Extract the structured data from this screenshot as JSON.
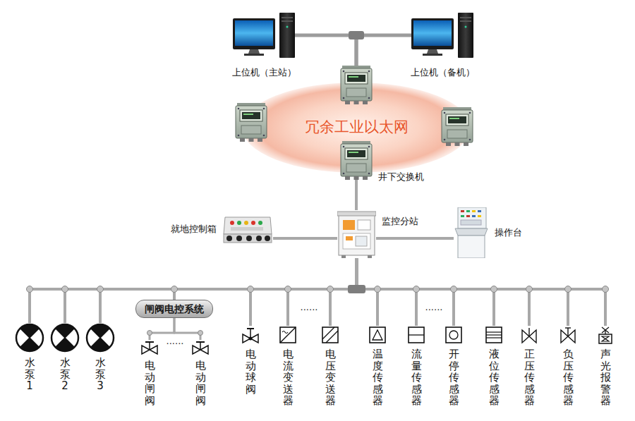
{
  "diagram": {
    "nodes": [
      {
        "text": [
          "上位机（主站）"
        ]
      },
      {
        "text": [
          "上位机（备机）"
        ]
      },
      {
        "text": [
          "冗余工业以太网"
        ]
      },
      {
        "text": [
          "井下交换机"
        ],
        "in": 2
      },
      {
        "text": [
          "就地控制箱"
        ]
      },
      {
        "text": [
          "监控分站"
        ]
      },
      {
        "text": [
          "操作台"
        ]
      },
      {
        "text": [
          "水泵1"
        ]
      },
      {
        "text": [
          "水泵2"
        ]
      },
      {
        "text": [
          "水泵3"
        ]
      },
      {
        "text": [
          "闸阀电控系统"
        ]
      },
      {
        "text": [
          "电动闸阀"
        ]
      },
      {
        "text": [
          "电动闸阀"
        ]
      },
      {
        "text": [
          "电动球阀"
        ]
      },
      {
        "text": [
          "电流变送器"
        ]
      },
      {
        "text": [
          "电压变送器"
        ]
      },
      {
        "text": [
          "温度传感器"
        ]
      },
      {
        "text": [
          "流量传感器"
        ]
      },
      {
        "text": [
          "开停传感器"
        ]
      },
      {
        "text": [
          "液位传感器"
        ]
      },
      {
        "text": [
          "正压传感器"
        ]
      },
      {
        "text": [
          "负压传感器"
        ]
      },
      {
        "text": [
          "声光报警器"
        ]
      }
    ],
    "edges": [
      {
        "from": 0,
        "to": 2,
        "arrow": "none"
      },
      {
        "from": 1,
        "to": 2,
        "arrow": "none"
      },
      {
        "from": 3,
        "to": 5,
        "arrow": "none"
      },
      {
        "from": 4,
        "to": 5,
        "arrow": "none"
      },
      {
        "from": 5,
        "to": 6,
        "arrow": "none"
      },
      {
        "from": 5,
        "to": 7,
        "arrow": "none"
      },
      {
        "from": 5,
        "to": 8,
        "arrow": "none"
      },
      {
        "from": 5,
        "to": 9,
        "arrow": "none"
      },
      {
        "from": 5,
        "to": 10,
        "arrow": "none"
      },
      {
        "from": 5,
        "to": 13,
        "arrow": "none"
      },
      {
        "from": 5,
        "to": 14,
        "arrow": "none"
      },
      {
        "from": 5,
        "to": 15,
        "arrow": "none"
      },
      {
        "from": 5,
        "to": 16,
        "arrow": "none"
      },
      {
        "from": 5,
        "to": 17,
        "arrow": "none"
      },
      {
        "from": 5,
        "to": 18,
        "arrow": "none"
      },
      {
        "from": 5,
        "to": 19,
        "arrow": "none"
      },
      {
        "from": 5,
        "to": 20,
        "arrow": "none"
      },
      {
        "from": 5,
        "to": 21,
        "arrow": "none"
      },
      {
        "from": 5,
        "to": 22,
        "arrow": "none"
      },
      {
        "from": 10,
        "to": 11,
        "arrow": "none"
      },
      {
        "from": 10,
        "to": 12,
        "arrow": "none"
      }
    ],
    "labels": [
      "......",
      "......",
      "......"
    ]
  }
}
